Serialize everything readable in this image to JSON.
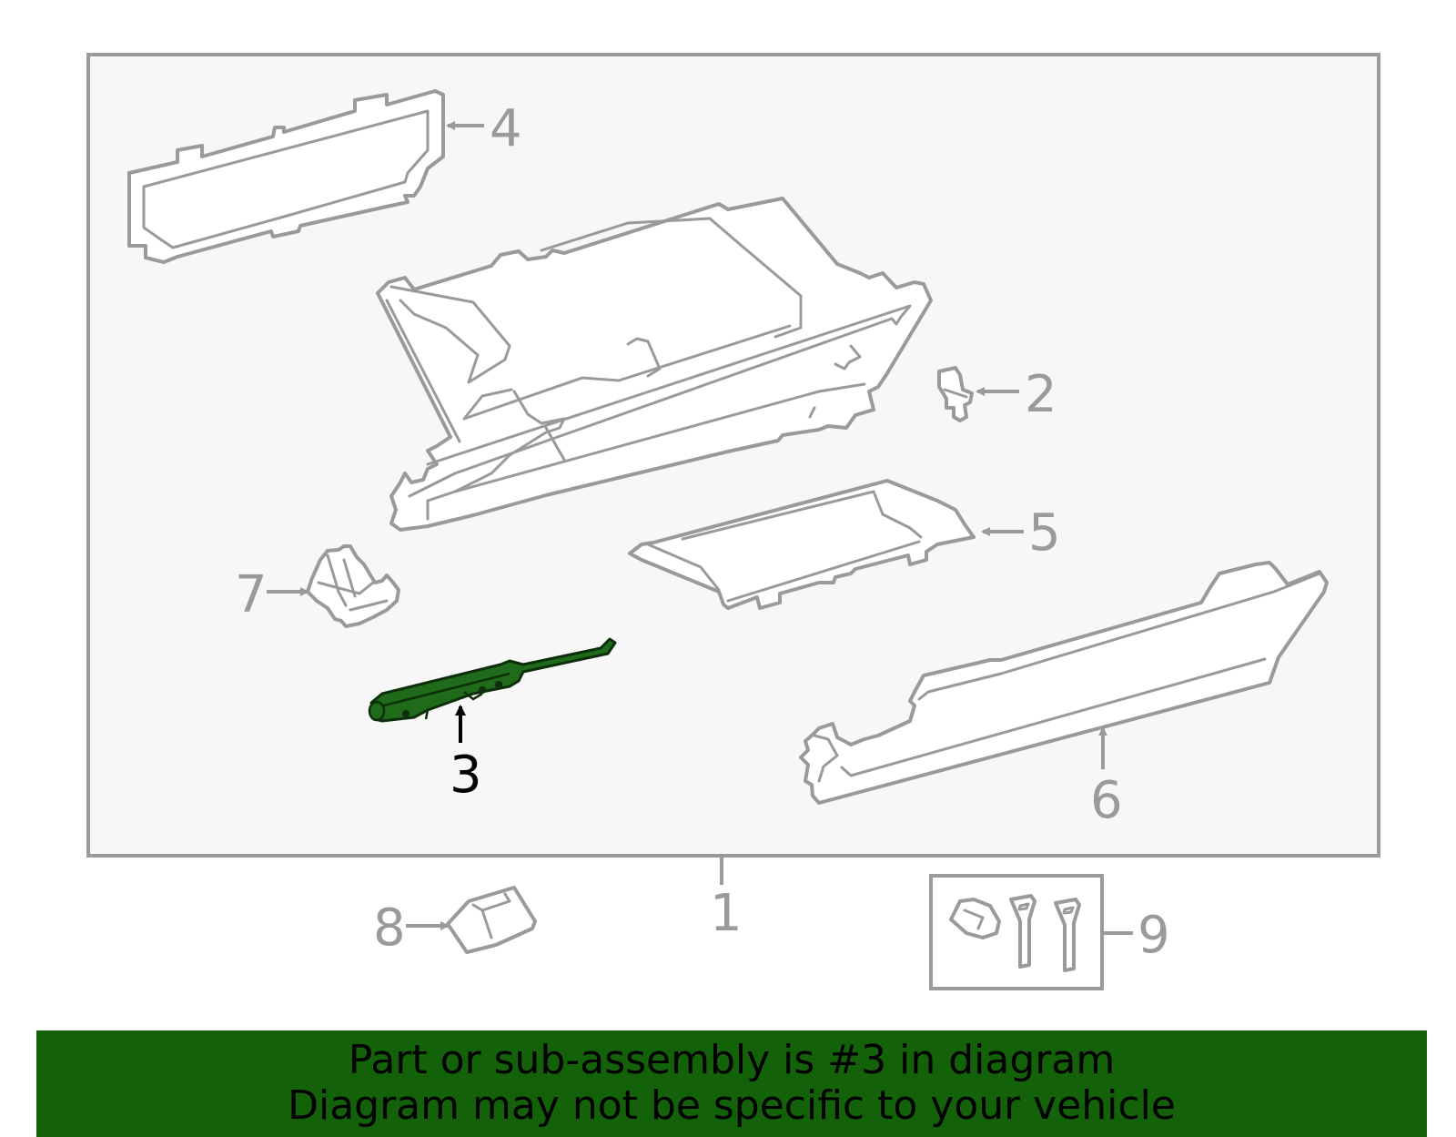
{
  "callouts": {
    "c1": "1",
    "c2": "2",
    "c3": "3",
    "c4": "4",
    "c5": "5",
    "c6": "6",
    "c7": "7",
    "c8": "8",
    "c9": "9"
  },
  "highlighted_part": "3",
  "colors": {
    "highlight_fill": "#1f6b1a",
    "banner_bg": "#136108",
    "line_gray": "#9a9a9a",
    "box_bg": "#f7f7f7"
  },
  "banner": {
    "line1": "Part or sub-assembly is #3 in diagram",
    "line2": "Diagram may not be specific to your vehicle"
  }
}
